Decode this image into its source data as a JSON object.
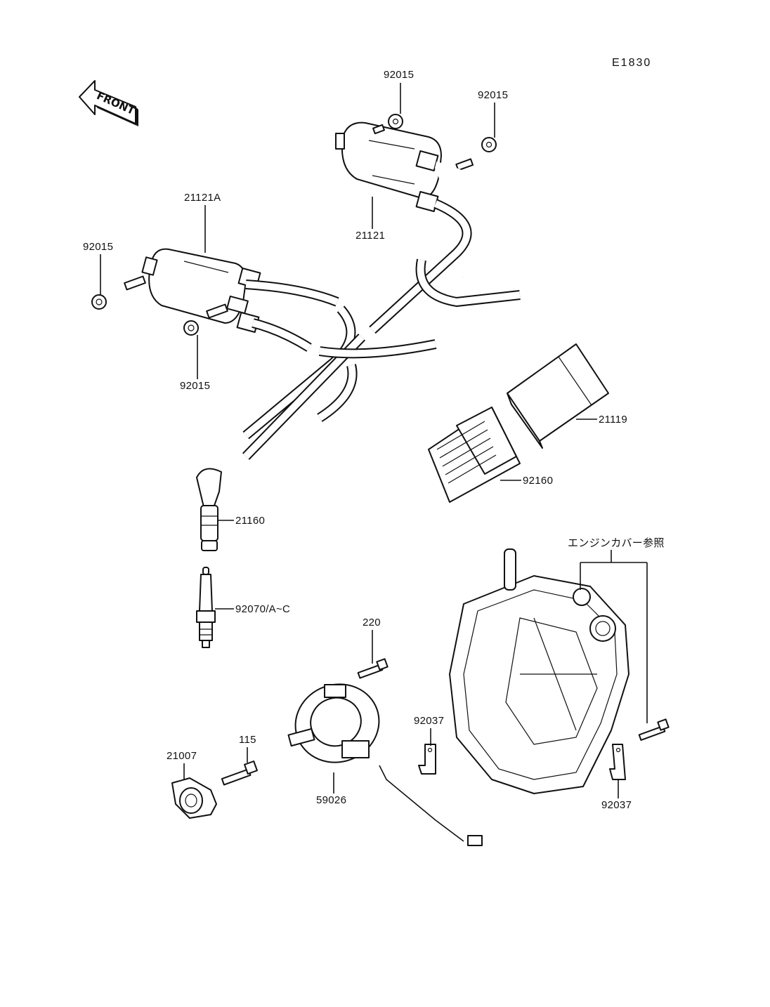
{
  "diagram": {
    "code": "E1830",
    "front_arrow": "FRONT",
    "reference_note": "エンジンカバー参照"
  },
  "labels": {
    "nut_top_left": "92015",
    "nut_top_right": "92015",
    "coil_rear": "21121",
    "coil_front": "21121A",
    "nut_left": "92015",
    "nut_bottom": "92015",
    "igniter": "21119",
    "igniter_connector": "92160",
    "plug_cap": "21160",
    "spark_plug": "92070/A~C",
    "bolt_pickup": "220",
    "clamp_left": "92037",
    "clamp_right": "92037",
    "bolt_rotor": "115",
    "rotor": "21007",
    "pickup_coil": "59026"
  }
}
